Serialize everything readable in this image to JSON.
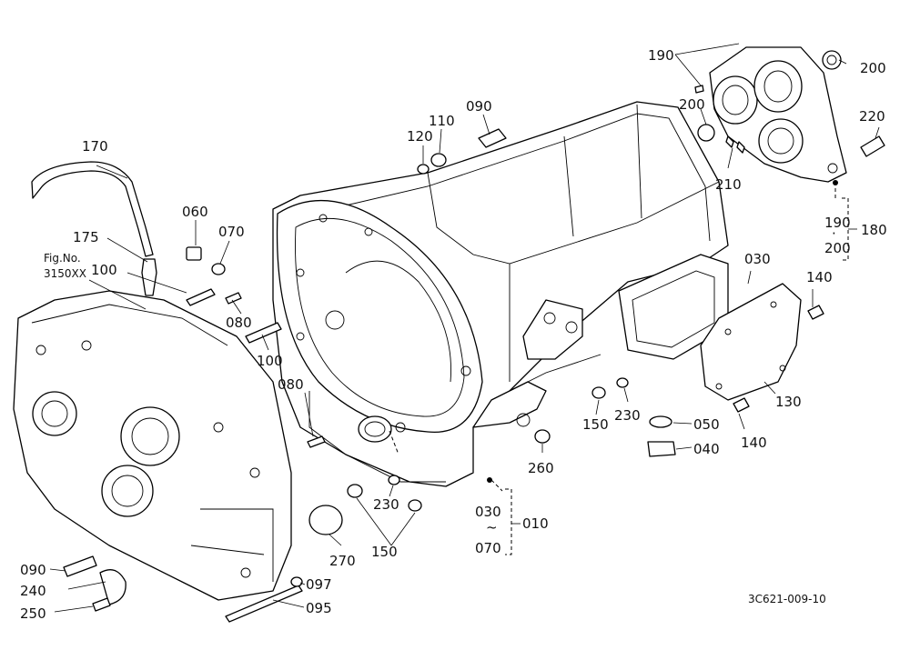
{
  "parts": {
    "p010": "010",
    "p030a": "030",
    "p030b": "030",
    "p040": "040",
    "p050": "050",
    "p060": "060",
    "p070a": "070",
    "p070b": "070",
    "p080a": "080",
    "p080b": "080",
    "p090a": "090",
    "p090b": "090",
    "p095": "095",
    "p097": "097",
    "p100a": "100",
    "p100b": "100",
    "p110": "110",
    "p120": "120",
    "p130": "130",
    "p140a": "140",
    "p140b": "140",
    "p150a": "150",
    "p150b": "150",
    "p170": "170",
    "p175": "175",
    "p180": "180",
    "p190a": "190",
    "p190b": "190",
    "p200a": "200",
    "p200b": "200",
    "p200c": "200",
    "p210": "210",
    "p220": "220",
    "p230a": "230",
    "p230b": "230",
    "p240": "240",
    "p250": "250",
    "p260": "260",
    "p270": "270"
  },
  "fig_ref": {
    "line1": "Fig.No.",
    "line2": "3150XX"
  },
  "tilde": "~",
  "dot_sep": "·",
  "drawing_number": "3C621-009-10"
}
